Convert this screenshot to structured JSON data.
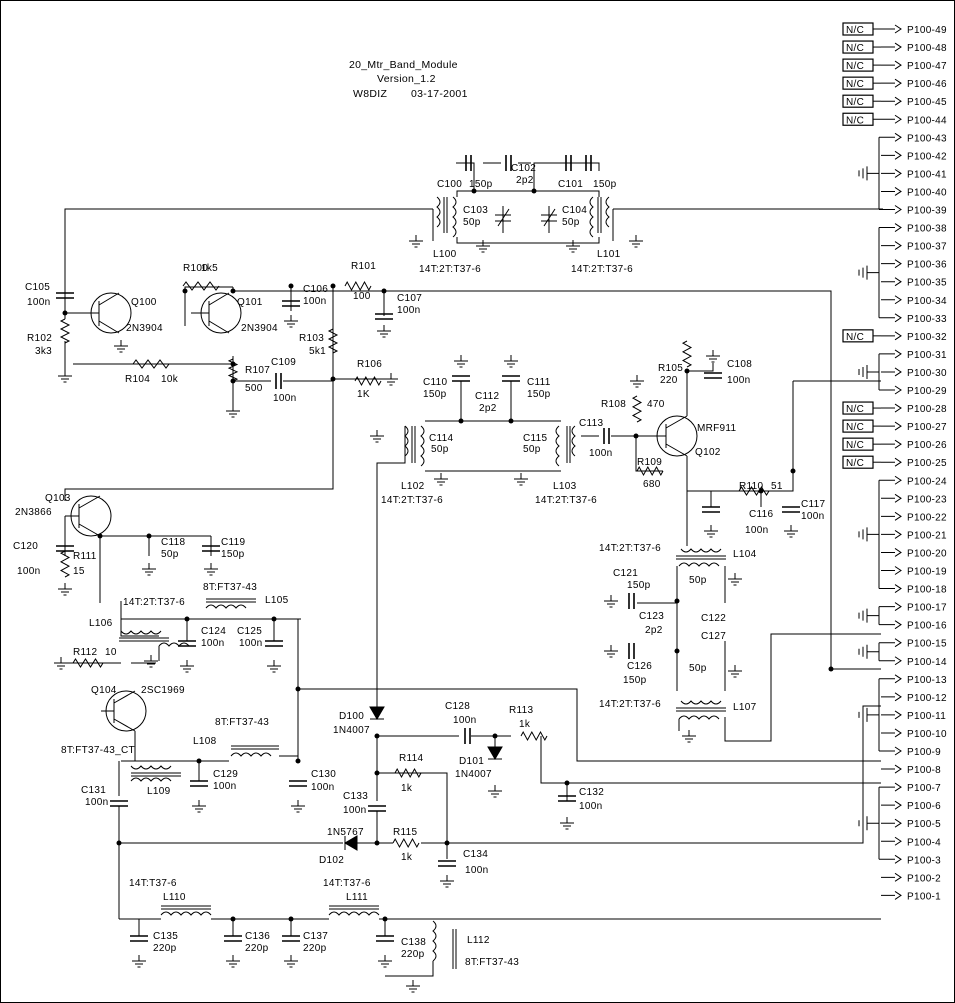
{
  "title": {
    "line1": "20_Mtr_Band_Module",
    "line2": "Version_1.2",
    "author": "W8DIZ",
    "date": "03-17-2001"
  },
  "connector": {
    "nc_label": "N/C",
    "pins": [
      {
        "id": "P100-49",
        "nc": true
      },
      {
        "id": "P100-48",
        "nc": true
      },
      {
        "id": "P100-47",
        "nc": true
      },
      {
        "id": "P100-46",
        "nc": true
      },
      {
        "id": "P100-45",
        "nc": true
      },
      {
        "id": "P100-44",
        "nc": true
      },
      {
        "id": "P100-43",
        "nc": false
      },
      {
        "id": "P100-42",
        "nc": false
      },
      {
        "id": "P100-41",
        "nc": false
      },
      {
        "id": "P100-40",
        "nc": false
      },
      {
        "id": "P100-39",
        "nc": false
      },
      {
        "id": "P100-38",
        "nc": false
      },
      {
        "id": "P100-37",
        "nc": false
      },
      {
        "id": "P100-36",
        "nc": false
      },
      {
        "id": "P100-35",
        "nc": false
      },
      {
        "id": "P100-34",
        "nc": false
      },
      {
        "id": "P100-33",
        "nc": false
      },
      {
        "id": "P100-32",
        "nc": true
      },
      {
        "id": "P100-31",
        "nc": false
      },
      {
        "id": "P100-30",
        "nc": false
      },
      {
        "id": "P100-29",
        "nc": false
      },
      {
        "id": "P100-28",
        "nc": true
      },
      {
        "id": "P100-27",
        "nc": true
      },
      {
        "id": "P100-26",
        "nc": true
      },
      {
        "id": "P100-25",
        "nc": true
      },
      {
        "id": "P100-24",
        "nc": false
      },
      {
        "id": "P100-23",
        "nc": false
      },
      {
        "id": "P100-22",
        "nc": false
      },
      {
        "id": "P100-21",
        "nc": false
      },
      {
        "id": "P100-20",
        "nc": false
      },
      {
        "id": "P100-19",
        "nc": false
      },
      {
        "id": "P100-18",
        "nc": false
      },
      {
        "id": "P100-17",
        "nc": false
      },
      {
        "id": "P100-16",
        "nc": false
      },
      {
        "id": "P100-15",
        "nc": false
      },
      {
        "id": "P100-14",
        "nc": false
      },
      {
        "id": "P100-13",
        "nc": false
      },
      {
        "id": "P100-12",
        "nc": false
      },
      {
        "id": "P100-11",
        "nc": false
      },
      {
        "id": "P100-10",
        "nc": false
      },
      {
        "id": "P100-9",
        "nc": false
      },
      {
        "id": "P100-8",
        "nc": false
      },
      {
        "id": "P100-7",
        "nc": false
      },
      {
        "id": "P100-6",
        "nc": false
      },
      {
        "id": "P100-5",
        "nc": false
      },
      {
        "id": "P100-4",
        "nc": false
      },
      {
        "id": "P100-3",
        "nc": false
      },
      {
        "id": "P100-2",
        "nc": false
      },
      {
        "id": "P100-1",
        "nc": false
      }
    ]
  },
  "labels": [
    "C100",
    "150p",
    "C102",
    "2p2",
    "C101",
    "150p",
    "C103",
    "50p",
    "C104",
    "50p",
    "L100",
    "14T:2T:T37-6",
    "L101",
    "14T:2T:T37-6",
    "R100",
    "1k5",
    "R101",
    "100",
    "C106",
    "100n",
    "C107",
    "100n",
    "C105",
    "100n",
    "Q100",
    "2N3904",
    "Q101",
    "2N3904",
    "R102",
    "3k3",
    "R104",
    "10k",
    "R103",
    "5k1",
    "R107",
    "500",
    "C109",
    "100n",
    "R106",
    "1K",
    "C110",
    "150p",
    "C112",
    "2p2",
    "C111",
    "150p",
    "C114",
    "50p",
    "C115",
    "50p",
    "L102",
    "14T:2T:T37-6",
    "L103",
    "14T:2T:T37-6",
    "C113",
    "100n",
    "R105",
    "220",
    "C108",
    "100n",
    "R108",
    "470",
    "MRF911",
    "Q102",
    "R109",
    "680",
    "R110",
    "51",
    "C116",
    "100n",
    "C117",
    "100n",
    "Q103",
    "2N3866",
    "C118",
    "50p",
    "C119",
    "150p",
    "C120",
    "100n",
    "R111",
    "15",
    "8T:FT37-43",
    "L105",
    "14T:2T:T37-6",
    "L106",
    "C124",
    "100n",
    "C125",
    "100n",
    "R112",
    "10",
    "Q104",
    "2SC1969",
    "8T:FT37-43_CT",
    "8T:FT37-43",
    "L108",
    "L109",
    "C129",
    "100n",
    "C130",
    "100n",
    "C131",
    "100n",
    "14T:2T:T37-6",
    "L104",
    "C121",
    "150p",
    "50p",
    "C123",
    "2p2",
    "C122",
    "C127",
    "C126",
    "150p",
    "50p",
    "14T:2T:T37-6",
    "L107",
    "D100",
    "1N4007",
    "C128",
    "100n",
    "R113",
    "1k",
    "D101",
    "1N4007",
    "R114",
    "1k",
    "C132",
    "100n",
    "C133",
    "100n",
    "1N5767",
    "R115",
    "1k",
    "D102",
    "C134",
    "100n",
    "14T:T37-6",
    "L110",
    "14T:T37-6",
    "L111",
    "C135",
    "220p",
    "C136",
    "220p",
    "C137",
    "220p",
    "C138",
    "220p",
    "L112",
    "8T:FT37-43"
  ]
}
